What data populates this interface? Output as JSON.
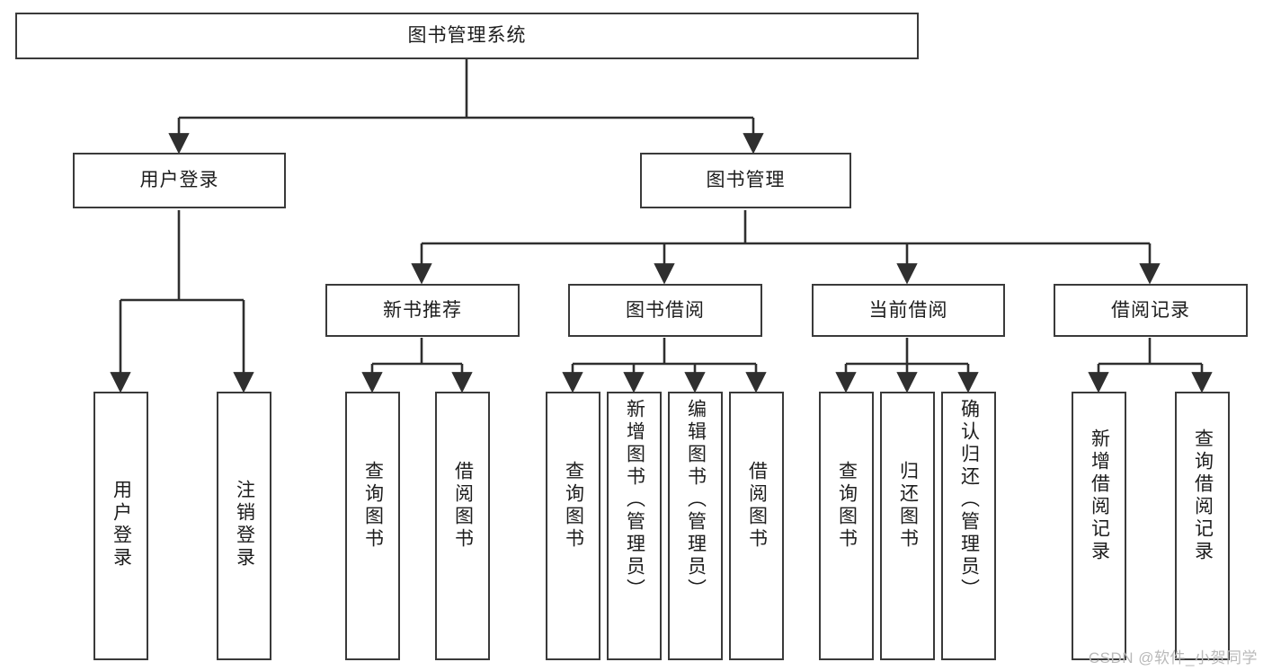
{
  "diagram": {
    "title": "图书管理系统",
    "type": "tree-hierarchy-chart",
    "root": {
      "id": "root",
      "label": "图书管理系统"
    },
    "level1": [
      {
        "id": "user-login",
        "label": "用户登录"
      },
      {
        "id": "book-management",
        "label": "图书管理"
      }
    ],
    "level2": [
      {
        "id": "new-book-recommend",
        "label": "新书推荐",
        "parent": "book-management"
      },
      {
        "id": "book-borrow",
        "label": "图书借阅",
        "parent": "book-management"
      },
      {
        "id": "current-borrow",
        "label": "当前借阅",
        "parent": "book-management"
      },
      {
        "id": "borrow-record",
        "label": "借阅记录",
        "parent": "book-management"
      }
    ],
    "leaves": {
      "user_login": [
        {
          "id": "leaf-user-login",
          "label": "用户登录"
        },
        {
          "id": "leaf-logout",
          "label": "注销登录"
        }
      ],
      "new_book_recommend": [
        {
          "id": "leaf-query-book-1",
          "label": "查询图书"
        },
        {
          "id": "leaf-borrow-book-1",
          "label": "借阅图书"
        }
      ],
      "book_borrow": [
        {
          "id": "leaf-query-book-2",
          "label": "查询图书"
        },
        {
          "id": "leaf-add-book",
          "label": "新增图书（管理员）"
        },
        {
          "id": "leaf-edit-book",
          "label": "编辑图书（管理员）"
        },
        {
          "id": "leaf-borrow-book-2",
          "label": "借阅图书"
        }
      ],
      "current_borrow": [
        {
          "id": "leaf-query-book-3",
          "label": "查询图书"
        },
        {
          "id": "leaf-return-book",
          "label": "归还图书"
        },
        {
          "id": "leaf-confirm-return",
          "label": "确认归还（管理员）"
        }
      ],
      "borrow_record": [
        {
          "id": "leaf-add-record",
          "label": "新增借阅记录"
        },
        {
          "id": "leaf-query-record",
          "label": "查询借阅记录"
        }
      ]
    },
    "colors": {
      "border": "#3a3a3a",
      "text": "#1d1d1d",
      "background": "#ffffff",
      "connector": "#2f2f2f",
      "watermark": "#b9b9b9"
    }
  },
  "watermark": {
    "text": "CSDN @软件_小贺同学"
  }
}
